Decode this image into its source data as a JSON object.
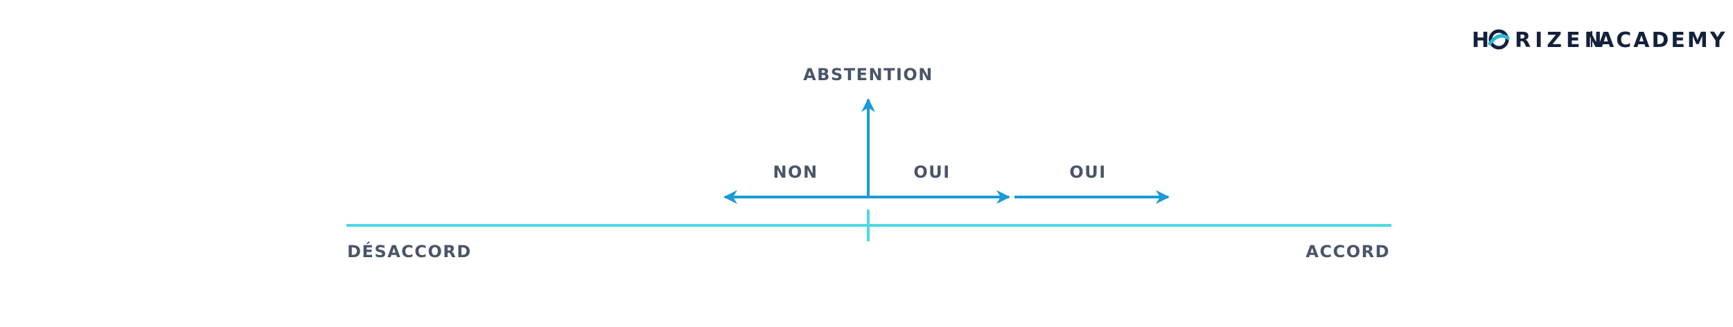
{
  "logo": {
    "brand_left": "H",
    "brand_right": "RIZEN",
    "academy": "ACADEMY",
    "color_navy": "#14213d",
    "color_accent": "#2bb5d9"
  },
  "labels": {
    "abstention": "ABSTENTION",
    "non": "NON",
    "oui_1": "OUI",
    "oui_2": "OUI",
    "disagree": "DÉSACCORD",
    "agree": "ACCORD"
  },
  "colors": {
    "axis": "#4dd9e3",
    "arrow": "#1a9ad6",
    "text": "#4a5568"
  }
}
